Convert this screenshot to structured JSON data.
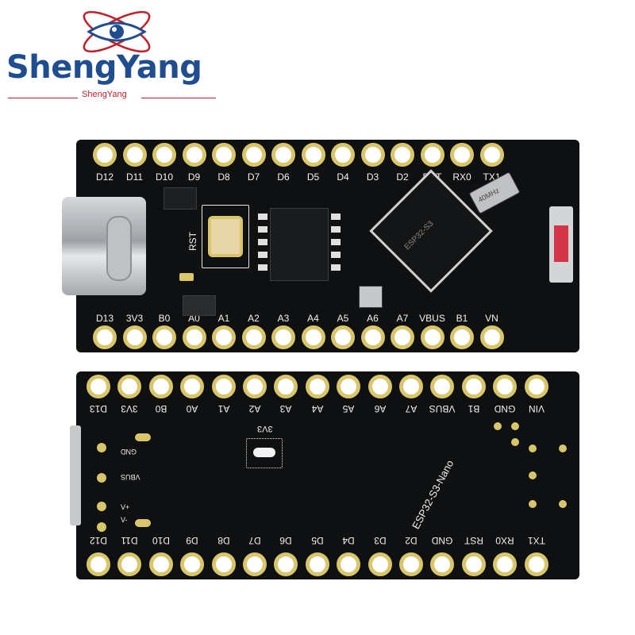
{
  "brand": {
    "name": "ShengYang",
    "subtitle": "ShengYang",
    "logo_icon": "eye-orbit-logo",
    "color_primary": "#1f4d8f",
    "color_accent": "#c0202a"
  },
  "top_board": {
    "top_row_labels": [
      "D12",
      "D11",
      "D10",
      "D9",
      "D8",
      "D7",
      "D6",
      "D5",
      "D4",
      "D3",
      "D2",
      "RST",
      "RX0",
      "TX1"
    ],
    "bottom_row_labels": [
      "D13",
      "3V3",
      "B0",
      "A0",
      "A1",
      "A2",
      "A3",
      "A4",
      "A5",
      "A6",
      "A7",
      "VBUS",
      "B1",
      "VN"
    ],
    "rst_label": "RST",
    "module_text": "ESP32-S3",
    "crystal_text": "40MHz",
    "board_color": "#0f1011",
    "pad_color": "#d9c66a"
  },
  "bottom_board": {
    "top_row_labels": [
      "D13",
      "3V3",
      "B0",
      "A0",
      "A1",
      "A2",
      "A3",
      "A4",
      "A5",
      "A6",
      "A7",
      "VBUS",
      "B1",
      "GND",
      "VIN"
    ],
    "bottom_row_labels": [
      "D12",
      "D11",
      "D10",
      "D9",
      "D8",
      "D7",
      "D6",
      "D5",
      "D4",
      "D3",
      "D2",
      "GND",
      "RST",
      "RX0",
      "TX1"
    ],
    "jumper_label": "3V3",
    "board_name": "ESP32-S3-Nano",
    "side_labels": [
      "GND",
      "VBUS",
      "V+",
      "V-"
    ]
  }
}
